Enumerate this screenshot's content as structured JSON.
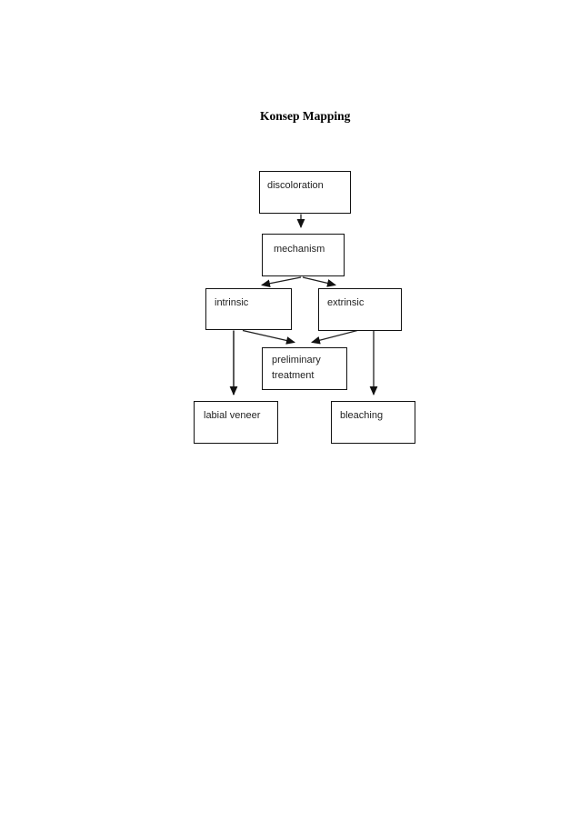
{
  "title": "Konsep Mapping",
  "diagram": {
    "nodes": [
      {
        "id": "discoloration",
        "label": "discoloration"
      },
      {
        "id": "mechanism",
        "label": "mechanism"
      },
      {
        "id": "intrinsic",
        "label": "intrinsic"
      },
      {
        "id": "extrinsic",
        "label": "extrinsic"
      },
      {
        "id": "preliminary-treatment",
        "label": "preliminary treatment"
      },
      {
        "id": "labial-veneer",
        "label": "labial veneer"
      },
      {
        "id": "bleaching",
        "label": "bleaching"
      }
    ],
    "edges": [
      {
        "from": "discoloration",
        "to": "mechanism"
      },
      {
        "from": "mechanism",
        "to": "intrinsic"
      },
      {
        "from": "mechanism",
        "to": "extrinsic"
      },
      {
        "from": "intrinsic",
        "to": "preliminary-treatment"
      },
      {
        "from": "extrinsic",
        "to": "preliminary-treatment"
      },
      {
        "from": "intrinsic",
        "to": "labial-veneer"
      },
      {
        "from": "extrinsic",
        "to": "bleaching"
      }
    ],
    "colors": {
      "background": "#ffffff",
      "box_border": "#111111",
      "text": "#1f1f1f",
      "line": "#1f1f1f",
      "gray_line": "#595959",
      "title": "#000000"
    }
  }
}
